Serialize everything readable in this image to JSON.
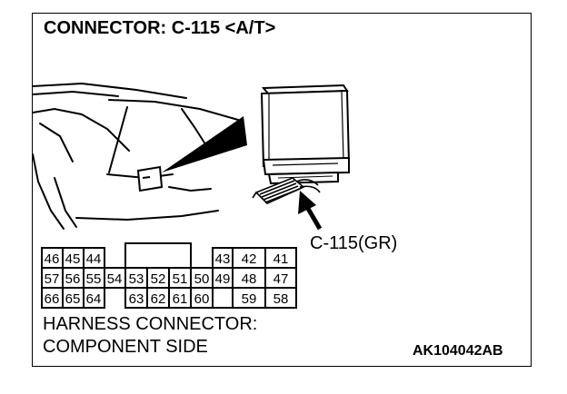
{
  "title": "CONNECTOR: C-115 <A/T>",
  "callout_label": "C-115(GR)",
  "harness_line1": "HARNESS CONNECTOR:",
  "harness_line2": "COMPONENT SIDE",
  "reference_code": "AK104042AB",
  "pins": {
    "row1_left": [
      "46",
      "45",
      "44"
    ],
    "row1_right": [
      "43",
      "42",
      "41"
    ],
    "row2": [
      "57",
      "56",
      "55",
      "54",
      "53",
      "52",
      "51",
      "50",
      "49",
      "48",
      "47"
    ],
    "row3_left": [
      "66",
      "65",
      "64"
    ],
    "row3_mid": [
      "63",
      "62",
      "61",
      "60"
    ],
    "row3_right": [
      "59",
      "58"
    ]
  }
}
